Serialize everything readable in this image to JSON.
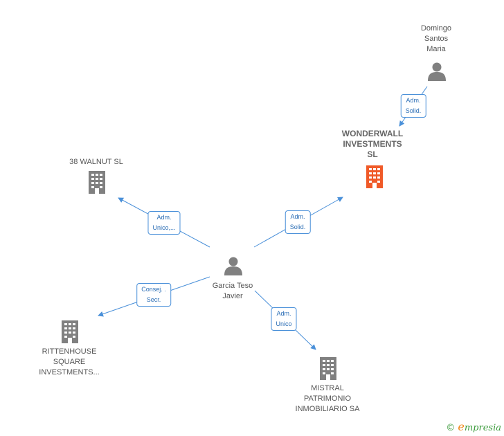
{
  "nodes": {
    "domingo": {
      "label": "Domingo\nSantos\nMaria",
      "type": "person"
    },
    "wonderwall": {
      "label": "WONDERWALL\nINVESTMENTS\nSL",
      "type": "company-main"
    },
    "walnut": {
      "label": "38 WALNUT SL",
      "type": "company"
    },
    "garcia": {
      "label": "Garcia Teso\nJavier",
      "type": "person"
    },
    "rittenhouse": {
      "label": "RITTENHOUSE\nSQUARE\nINVESTMENTS...",
      "type": "company"
    },
    "mistral": {
      "label": "MISTRAL\nPATRIMONIO\nINMOBILIARIO SA",
      "type": "company"
    }
  },
  "edges": {
    "domingo_wonderwall": "Adm.\nSolid.",
    "garcia_walnut": "Adm.\nUnico,...",
    "garcia_wonderwall": "Adm.\nSolid.",
    "garcia_rittenhouse": "Consej. .\nSecr.",
    "garcia_mistral": "Adm.\nUnico"
  },
  "colors": {
    "edge": "#4a90d9",
    "person_icon": "#808080",
    "company_icon": "#808080",
    "main_company_icon": "#f05a28",
    "brand": "#3a9a3a"
  },
  "brand": {
    "copyright": "©",
    "name": "mpresia",
    "initial": "e"
  }
}
